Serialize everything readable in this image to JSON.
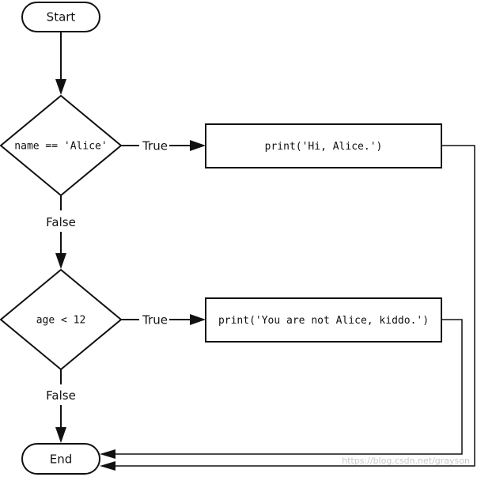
{
  "flowchart": {
    "start": "Start",
    "end": "End",
    "decisions": [
      {
        "condition": "name == 'Alice'",
        "true_label": "True",
        "false_label": "False"
      },
      {
        "condition": "age < 12",
        "true_label": "True",
        "false_label": "False"
      }
    ],
    "actions": [
      {
        "code": "print('Hi, Alice.')"
      },
      {
        "code": "print('You are not Alice, kiddo.')"
      }
    ]
  },
  "watermark": "https://blog.csdn.net/grayson"
}
